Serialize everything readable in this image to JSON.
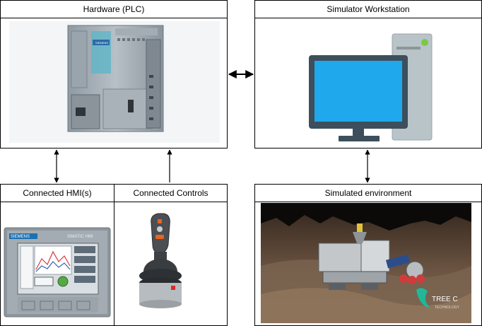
{
  "blocks": {
    "plc": {
      "title": "Hardware (PLC)",
      "device_brand": "SIEMENS"
    },
    "workstation": {
      "title": "Simulator Workstation"
    },
    "hmi": {
      "title": "Connected HMI(s)",
      "brand": "SIEMENS",
      "model": "SIMATIC HMI"
    },
    "controls": {
      "title": "Connected Controls"
    },
    "environment": {
      "title": "Simulated environment",
      "logo_text": "TREE C",
      "logo_subtext": "TECHNOLOGY"
    }
  },
  "colors": {
    "border": "#000000",
    "monitor_screen": "#1aa3e8",
    "monitor_frame": "#3d4f5c",
    "tower": "#b9c4c9",
    "power_led": "#7ac943"
  },
  "connectors": [
    {
      "from": "plc",
      "to": "workstation",
      "direction": "bidirectional"
    },
    {
      "from": "hmi",
      "to": "plc",
      "direction": "bidirectional"
    },
    {
      "from": "controls",
      "to": "plc",
      "direction": "unidirectional"
    },
    {
      "from": "workstation",
      "to": "environment",
      "direction": "bidirectional"
    }
  ]
}
